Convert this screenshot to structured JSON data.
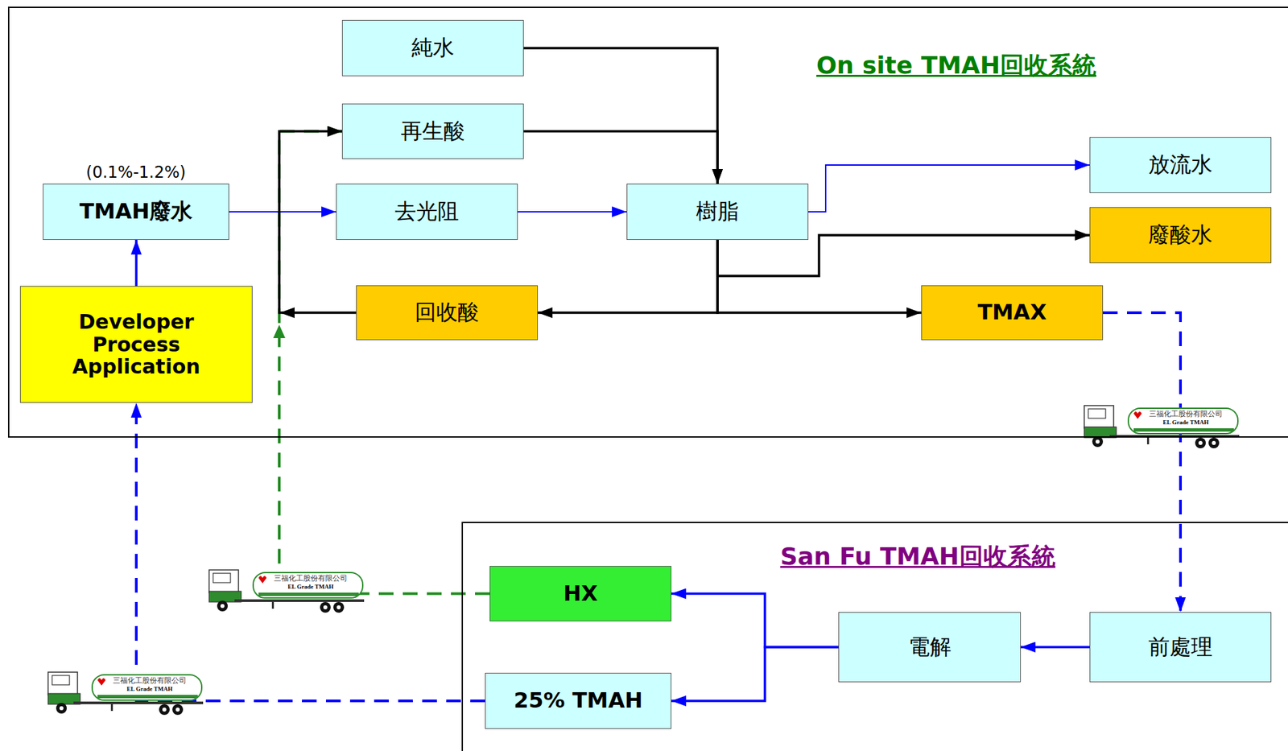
{
  "diagram": {
    "nodes": [
      {
        "text": [
          "On site TMAH回收系統"
        ]
      },
      {
        "text": [
          "純水"
        ],
        "in": 0
      },
      {
        "text": [
          "再生酸"
        ],
        "in": 0
      },
      {
        "text": [
          "(0.1%-1.2%)",
          "TMAH廢水"
        ],
        "in": 0
      },
      {
        "text": [
          "去光阻"
        ],
        "in": 0
      },
      {
        "text": [
          "樹脂"
        ],
        "in": 0
      },
      {
        "text": [
          "放流水"
        ],
        "in": 0
      },
      {
        "text": [
          "廢酸水"
        ],
        "in": 0
      },
      {
        "text": [
          "Developer Process Application"
        ],
        "in": 0
      },
      {
        "text": [
          "回收酸"
        ],
        "in": 0
      },
      {
        "text": [
          "TMAX"
        ],
        "in": 0
      },
      {
        "text": [
          "San Fu TMAH回收系統"
        ]
      },
      {
        "text": [
          "HX"
        ],
        "in": 11
      },
      {
        "text": [
          "電解"
        ],
        "in": 11
      },
      {
        "text": [
          "前處理"
        ],
        "in": 11
      },
      {
        "text": [
          "25% TMAH"
        ],
        "in": 11
      }
    ],
    "edges": [
      {
        "from": 1,
        "to": 5,
        "arrow": "to"
      },
      {
        "from": 2,
        "to": 5,
        "arrow": "to"
      },
      {
        "from": 3,
        "to": 4,
        "arrow": "to"
      },
      {
        "from": 4,
        "to": 5,
        "arrow": "to"
      },
      {
        "from": 5,
        "to": 6,
        "arrow": "to"
      },
      {
        "from": 5,
        "to": 7,
        "arrow": "to"
      },
      {
        "from": 5,
        "to": 9,
        "arrow": "to"
      },
      {
        "from": 5,
        "to": 10,
        "arrow": "to"
      },
      {
        "from": 9,
        "to": 2,
        "arrow": "to"
      },
      {
        "from": 8,
        "to": 3,
        "arrow": "to"
      },
      {
        "from": 10,
        "to": 14,
        "arrow": "to"
      },
      {
        "from": 14,
        "to": 13,
        "arrow": "to"
      },
      {
        "from": 13,
        "to": 12,
        "arrow": "to"
      },
      {
        "from": 13,
        "to": 15,
        "arrow": "to"
      },
      {
        "from": 15,
        "to": 8,
        "arrow": "to"
      },
      {
        "from": 12,
        "to": 2,
        "arrow": "to"
      }
    ],
    "labels": [
      "三福化工股份有限公司",
      "EL Grade TMAH",
      "三福化工股份有限公司",
      "EL Grade TMAH",
      "三福化工股份有限公司",
      "EL Grade TMAH"
    ]
  }
}
